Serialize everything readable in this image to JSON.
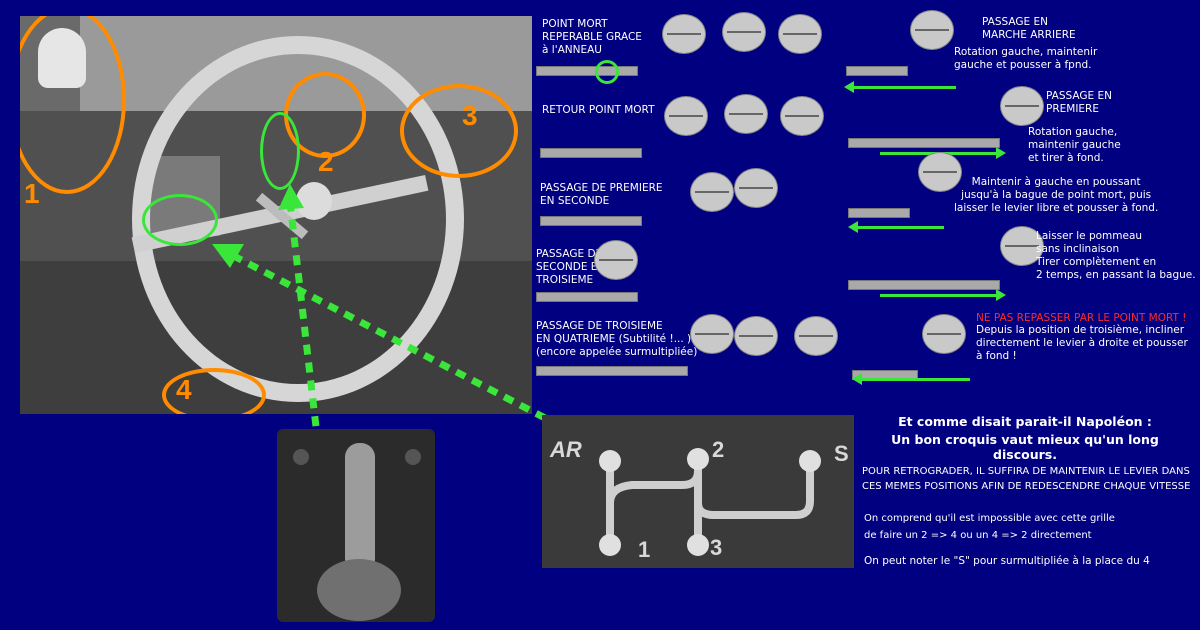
{
  "photo": {
    "numbers": [
      "1",
      "2",
      "3",
      "4"
    ]
  },
  "steps": [
    {
      "id": "neutral",
      "label": "POINT MORT\nREPERABLE GRACE\nà l'ANNEAU"
    },
    {
      "id": "back-neutral",
      "label": "RETOUR POINT MORT"
    },
    {
      "id": "first-second",
      "label": "PASSAGE DE PREMIERE\nEN SECONDE"
    },
    {
      "id": "second-third",
      "label": "PASSAGE DE\nSECONDE EN\nTROISIEME"
    },
    {
      "id": "third-fourth",
      "label": "PASSAGE DE TROISIEME\nEN QUATRIEME (Subtilité !... )\n(encore appelée surmultipliée)"
    }
  ],
  "right_notes": {
    "reverse_title": "PASSAGE EN\nMARCHE ARRIERE",
    "reverse_text": "Rotation gauche, maintenir\ngauche et pousser à fpnd.",
    "first_title": "PASSAGE EN\nPREMIERE",
    "first_text": "Rotation gauche,\nmaintenir gauche\net tirer à fond.",
    "second_text": "Maintenir à gauche en poussant\njusqu'à la bague de point mort, puis\nlaisser le levier libre et pousser à fond.",
    "third_text": "Laisser le pommeau\nsans inclinaison\nTirer complètement en\n2 temps, en passant la bague.",
    "fourth_warning": "NE PAS REPASSER PAR LE POINT MORT !",
    "fourth_text": "Depuis la position de troisième, incliner\ndirectement le levier à droite et pousser\nà fond !"
  },
  "gate": {
    "labels": [
      "AR",
      "2",
      "S",
      "1",
      "3"
    ]
  },
  "quote": {
    "line1": "Et comme disait parait-il Napoléon :",
    "line2": "Un bon croquis vaut mieux qu'un long discours."
  },
  "explanations": {
    "p1": "POUR RETROGRADER, IL SUFFIRA DE MAINTENIR LE LEVIER DANS\nCES MEMES POSITIONS AFIN DE REDESCENDRE CHAQUE VITESSE",
    "p2": "On comprend qu'il est impossible avec cette grille\nde faire un 2 => 4 ou un 4 => 2 directement",
    "p3": "On peut noter le \"S\" pour surmultipliée à la place du 4"
  }
}
